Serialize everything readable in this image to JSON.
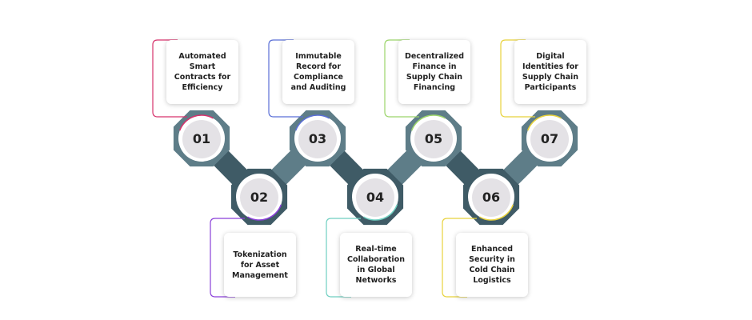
{
  "steps": [
    {
      "number": "01",
      "label": "Automated Smart Contracts for Efficiency",
      "color": "#d6336c"
    },
    {
      "number": "02",
      "label": "Tokenization for Asset Management",
      "color": "#8a3fd9"
    },
    {
      "number": "03",
      "label": "Immutable Record for Compliance and Auditing",
      "color": "#5a6fd6"
    },
    {
      "number": "04",
      "label": "Real-time Collaboration in Global Networks",
      "color": "#6fcfc1"
    },
    {
      "number": "05",
      "label": "Decentralized Finance in Supply Chain Financing",
      "color": "#9bd46a"
    },
    {
      "number": "06",
      "label": "Enhanced Security in Cold Chain Logistics",
      "color": "#e8d23c"
    },
    {
      "number": "07",
      "label": "Digital Identities for Supply Chain Participants",
      "color": "#e8d23c"
    }
  ],
  "colors": {
    "band_light": "#5e7d88",
    "band_dark": "#3f5b66",
    "node_circle": "#e4e2e6",
    "node_ring": "#ffffff"
  }
}
